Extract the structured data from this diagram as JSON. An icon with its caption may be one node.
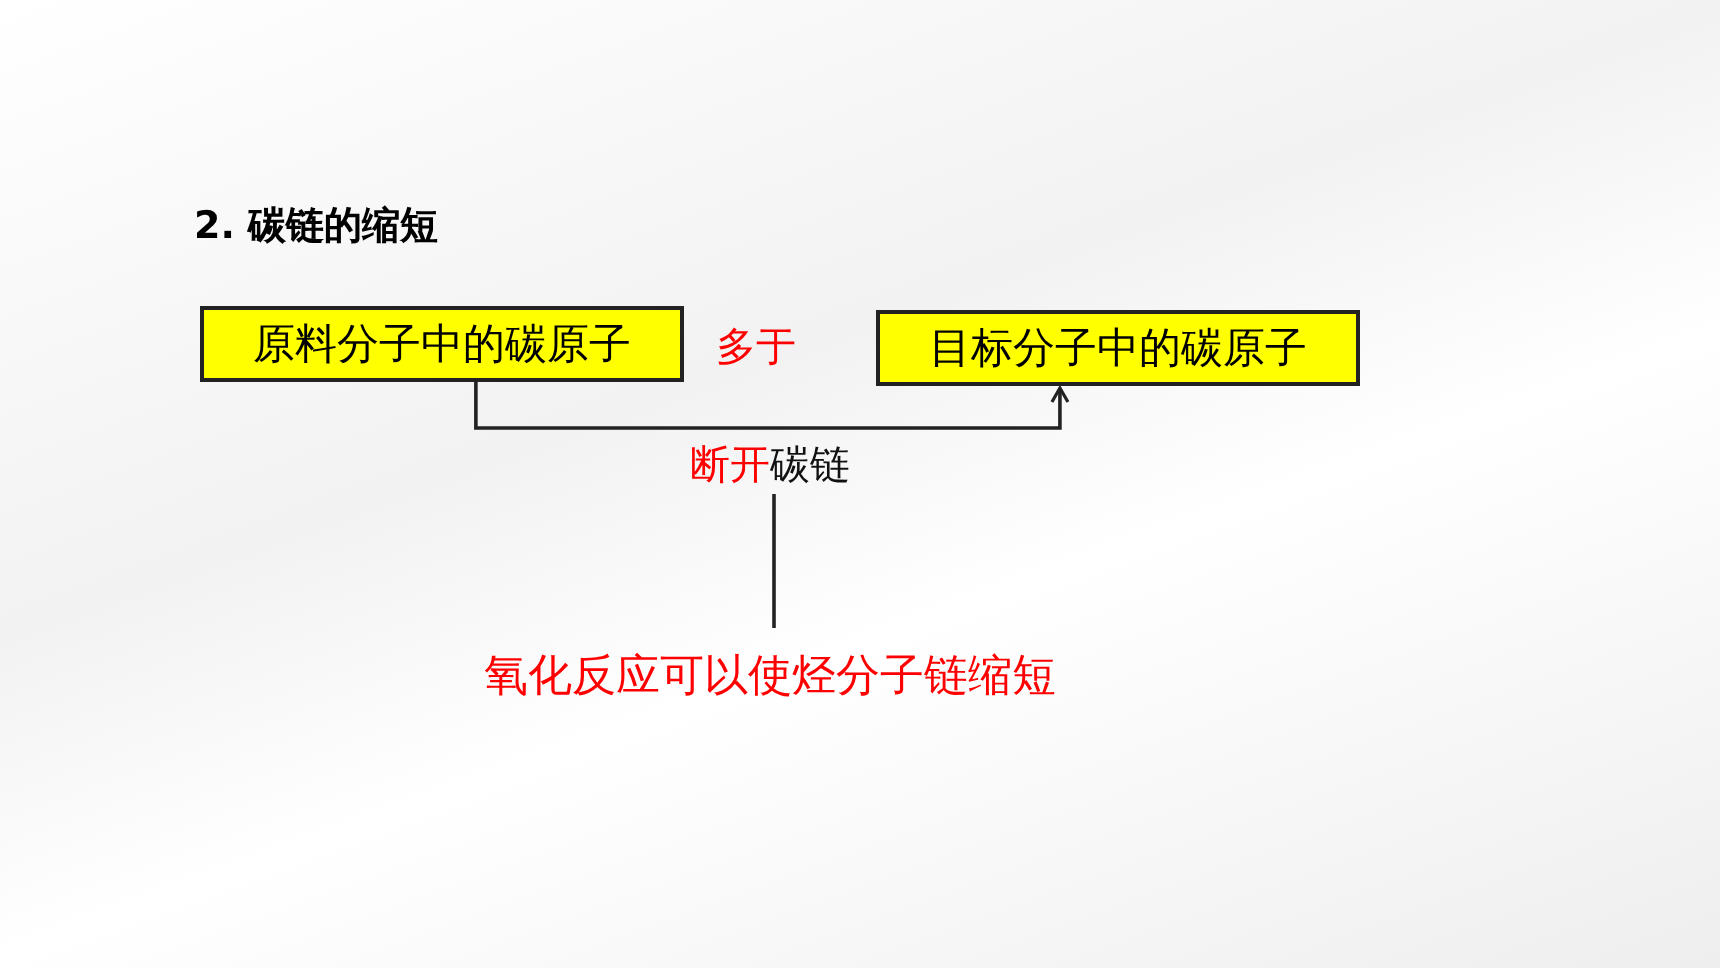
{
  "diagram": {
    "title": "2. 碳链的缩短",
    "nodes": [
      {
        "text": [
          "原料分子中的碳原子"
        ]
      },
      {
        "text": [
          "目标分子中的碳原子"
        ]
      },
      {
        "text": [
          "断开",
          "碳链"
        ]
      },
      {
        "text": [
          "氧化反应可以使烃分子链缩短"
        ]
      }
    ],
    "edges": [
      {
        "from": 0,
        "to": 1,
        "arrow": "to"
      },
      {
        "from": 3,
        "to": 2,
        "arrow": "none"
      }
    ],
    "labels": [
      "多于"
    ]
  }
}
